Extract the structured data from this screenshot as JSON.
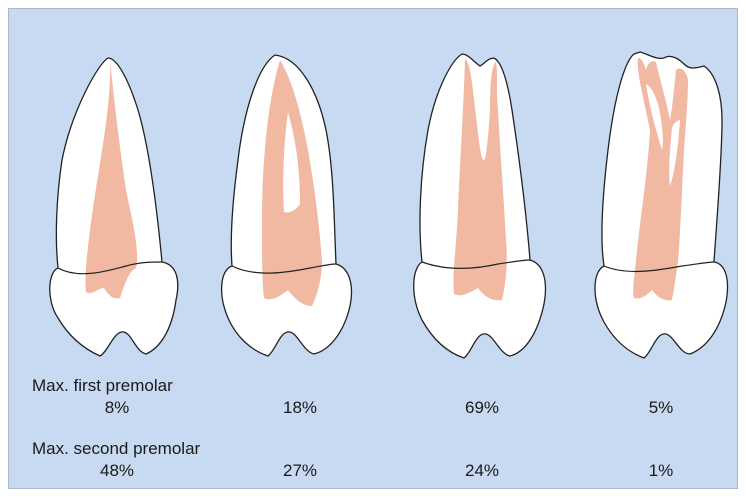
{
  "colors": {
    "background": "#c7daf1",
    "tooth_fill": "#ffffff",
    "tooth_outline": "#222222",
    "pulp": "#f1b9a2"
  },
  "rows": [
    {
      "label": "Max. first premolar",
      "values": [
        "8%",
        "18%",
        "69%",
        "5%"
      ]
    },
    {
      "label": "Max. second premolar",
      "values": [
        "48%",
        "27%",
        "24%",
        "1%"
      ]
    }
  ]
}
